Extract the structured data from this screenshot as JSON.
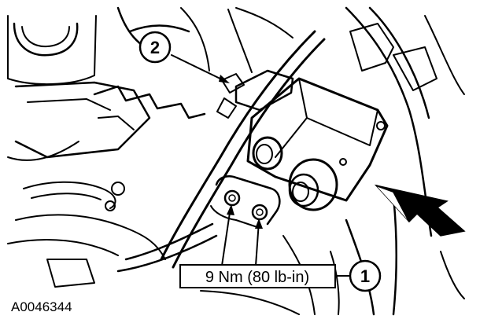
{
  "callouts": [
    {
      "number": "1"
    },
    {
      "number": "2"
    }
  ],
  "torque_label": "9 Nm (80 lb-in)",
  "figure_id": "A0046344",
  "colors": {
    "ink": "#000000",
    "paper": "#ffffff"
  }
}
